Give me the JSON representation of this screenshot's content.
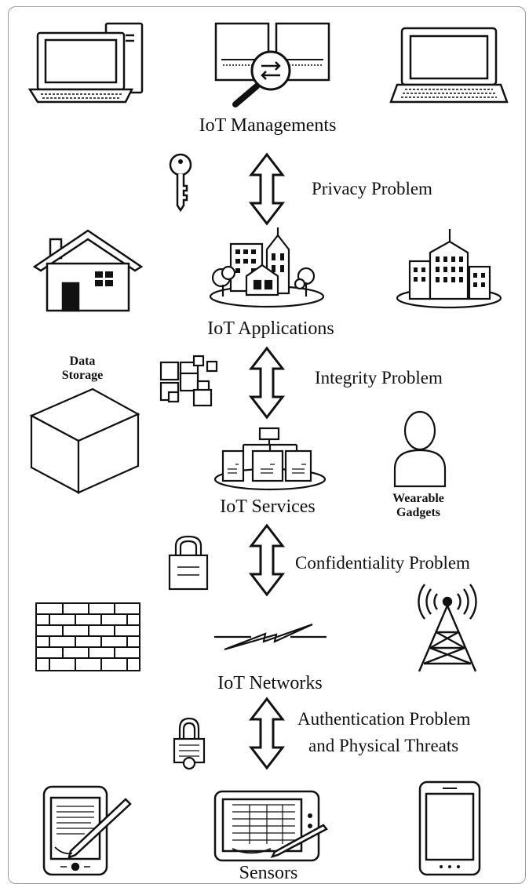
{
  "layers": {
    "management": "IoT Managements",
    "applications": "IoT Applications",
    "services": "IoT Services",
    "networks": "IoT Networks",
    "sensors": "Sensors"
  },
  "problems": {
    "privacy": "Privacy Problem",
    "integrity": "Integrity Problem",
    "confidentiality": "Confidentiality Problem",
    "authentication_line1": "Authentication Problem",
    "authentication_line2": "and Physical Threats"
  },
  "side_labels": {
    "data_storage_line1": "Data",
    "data_storage_line2": "Storage",
    "wearable_line1": "Wearable",
    "wearable_line2": "Gadgets"
  },
  "icons": [
    "desktop-computer-icon",
    "server-search-icon",
    "laptop-icon",
    "key-icon",
    "house-icon",
    "city-island-icon",
    "office-building-icon",
    "data-storage-cube-icon",
    "data-blocks-icon",
    "server-cluster-icon",
    "person-icon",
    "padlock-icon",
    "brick-wall-icon",
    "network-link-icon",
    "radio-tower-icon",
    "keyhole-padlock-icon",
    "tablet-stylus-icon",
    "sensor-tablet-icon",
    "smartphone-icon"
  ]
}
